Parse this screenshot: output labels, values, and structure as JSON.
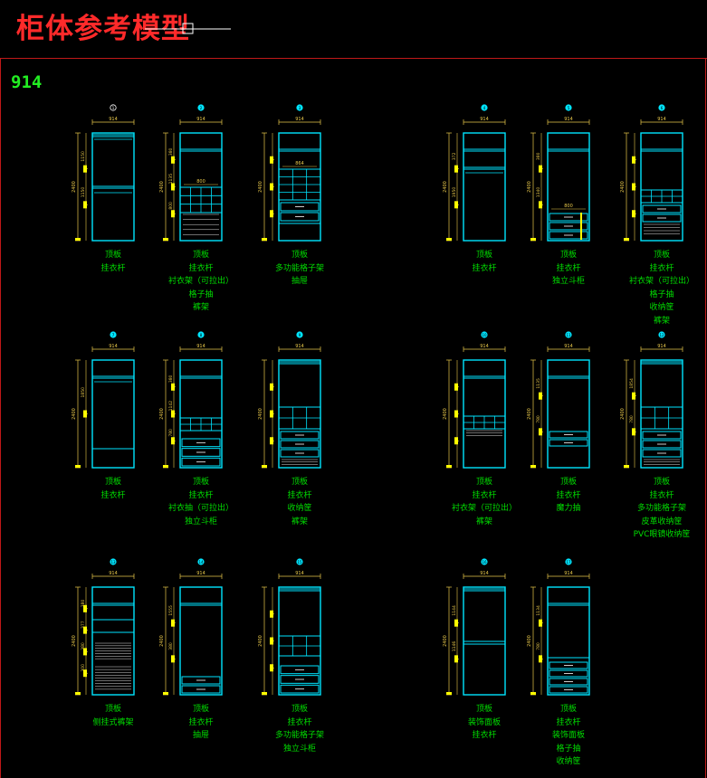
{
  "title": "柜体参考模型",
  "sheet_code": "914",
  "colors": {
    "background": "#000000",
    "title": "#ff2a2a",
    "frame": "#c01818",
    "cabinet": "#00e5ff",
    "dimension": "#e8c84a",
    "marker": "#ffff00",
    "text": "#00dd00"
  },
  "cabinets": [
    {
      "id": "1",
      "width": "914",
      "height": "2400",
      "segments": [
        "1150",
        "1150"
      ],
      "desc": [
        "顶板",
        "挂衣杆"
      ]
    },
    {
      "id": "2",
      "width": "914",
      "height": "2400",
      "segments": [
        "380",
        "1135",
        "800"
      ],
      "inner": "800",
      "desc": [
        "顶板",
        "挂衣杆",
        "衬衣架（可拉出）",
        "格子抽",
        "裤架"
      ]
    },
    {
      "id": "3",
      "width": "914",
      "height": "2400",
      "segments": [
        "",
        "",
        ""
      ],
      "inner": "864",
      "desc": [
        "顶板",
        "多功能格子架",
        "抽屉"
      ]
    },
    {
      "id": "4",
      "width": "914",
      "height": "2400",
      "segments": [
        "372",
        "1950"
      ],
      "desc": [
        "顶板",
        "挂衣杆"
      ]
    },
    {
      "id": "5",
      "width": "914",
      "height": "2400",
      "segments": [
        "380",
        "1340"
      ],
      "inner": "800",
      "desc": [
        "顶板",
        "挂衣杆",
        "独立斗柜"
      ]
    },
    {
      "id": "6",
      "width": "914",
      "height": "2400",
      "segments": [
        "",
        "",
        ""
      ],
      "desc": [
        "顶板",
        "挂衣杆",
        "衬衣架（可拉出）",
        "格子抽",
        "收纳筐",
        "裤架"
      ]
    },
    {
      "id": "7",
      "width": "914",
      "height": "2400",
      "segments": [
        "1850"
      ],
      "desc": [
        "顶板",
        "挂衣杆"
      ]
    },
    {
      "id": "8",
      "width": "914",
      "height": "2400",
      "segments": [
        "380",
        "1142",
        "780"
      ],
      "desc": [
        "顶板",
        "挂衣杆",
        "衬衣抽（可拉出）",
        "独立斗柜"
      ]
    },
    {
      "id": "9",
      "width": "914",
      "height": "2400",
      "segments": [
        "",
        "",
        ""
      ],
      "desc": [
        "顶板",
        "挂衣杆",
        "收纳筐",
        "裤架"
      ]
    },
    {
      "id": "10",
      "width": "914",
      "height": "2400",
      "segments": [
        "",
        "",
        ""
      ],
      "desc": [
        "顶板",
        "挂衣杆",
        "衬衣架（可拉出）",
        "裤架"
      ]
    },
    {
      "id": "11",
      "width": "914",
      "height": "2400",
      "segments": [
        "1135",
        "780"
      ],
      "desc": [
        "顶板",
        "挂衣杆",
        "魔力抽"
      ]
    },
    {
      "id": "12",
      "width": "914",
      "height": "2400",
      "segments": [
        "1854",
        "780"
      ],
      "desc": [
        "顶板",
        "挂衣杆",
        "多功能格子架",
        "皮革收纳筐",
        "PVC眼镜收纳筐"
      ]
    },
    {
      "id": "13",
      "width": "914",
      "height": "2400",
      "segments": [
        "380",
        "377",
        "380",
        "300"
      ],
      "desc": [
        "顶板",
        "侧挂式裤架"
      ]
    },
    {
      "id": "14",
      "width": "914",
      "height": "2400",
      "segments": [
        "1555",
        "380"
      ],
      "desc": [
        "顶板",
        "挂衣杆",
        "抽屉"
      ]
    },
    {
      "id": "15",
      "width": "914",
      "height": "2400",
      "segments": [
        "",
        "",
        ""
      ],
      "desc": [
        "顶板",
        "挂衣杆",
        "多功能格子架",
        "独立斗柜"
      ]
    },
    {
      "id": "16",
      "width": "914",
      "height": "2400",
      "segments": [
        "1144",
        "1146"
      ],
      "desc": [
        "顶板",
        "装饰面板",
        "挂衣杆"
      ]
    },
    {
      "id": "17",
      "width": "914",
      "height": "2400",
      "segments": [
        "1134",
        "780"
      ],
      "desc": [
        "顶板",
        "挂衣杆",
        "装饰面板",
        "格子抽",
        "收纳筐"
      ]
    }
  ]
}
